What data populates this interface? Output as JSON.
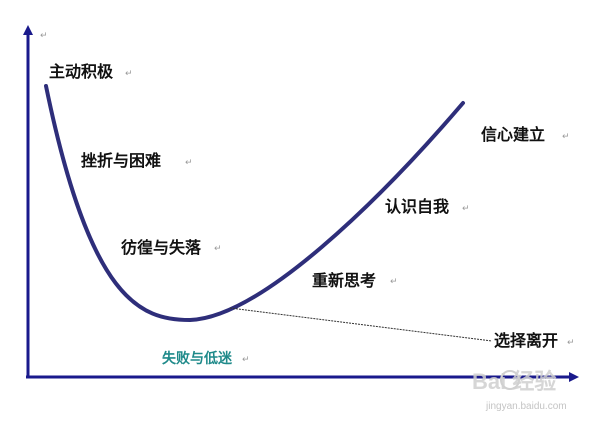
{
  "labels": {
    "active": "主动积极",
    "setback": "挫折与困难",
    "hesitation": "彷徨与失落",
    "low_point": "失败与低迷",
    "rethink": "重新思考",
    "self_knowledge": "认识自我",
    "confidence": "信心建立",
    "leave": "选择离开"
  },
  "marks": {
    "return_mark": "↵"
  },
  "watermark": {
    "brand": "Bai 经验",
    "url": "jingyan.baidu.com"
  },
  "colors": {
    "axis": "#1a1a8c",
    "curve": "#2e2e7a",
    "branch_line": "#333333",
    "accent_label": "#1f8a8a",
    "text": "#111111"
  }
}
